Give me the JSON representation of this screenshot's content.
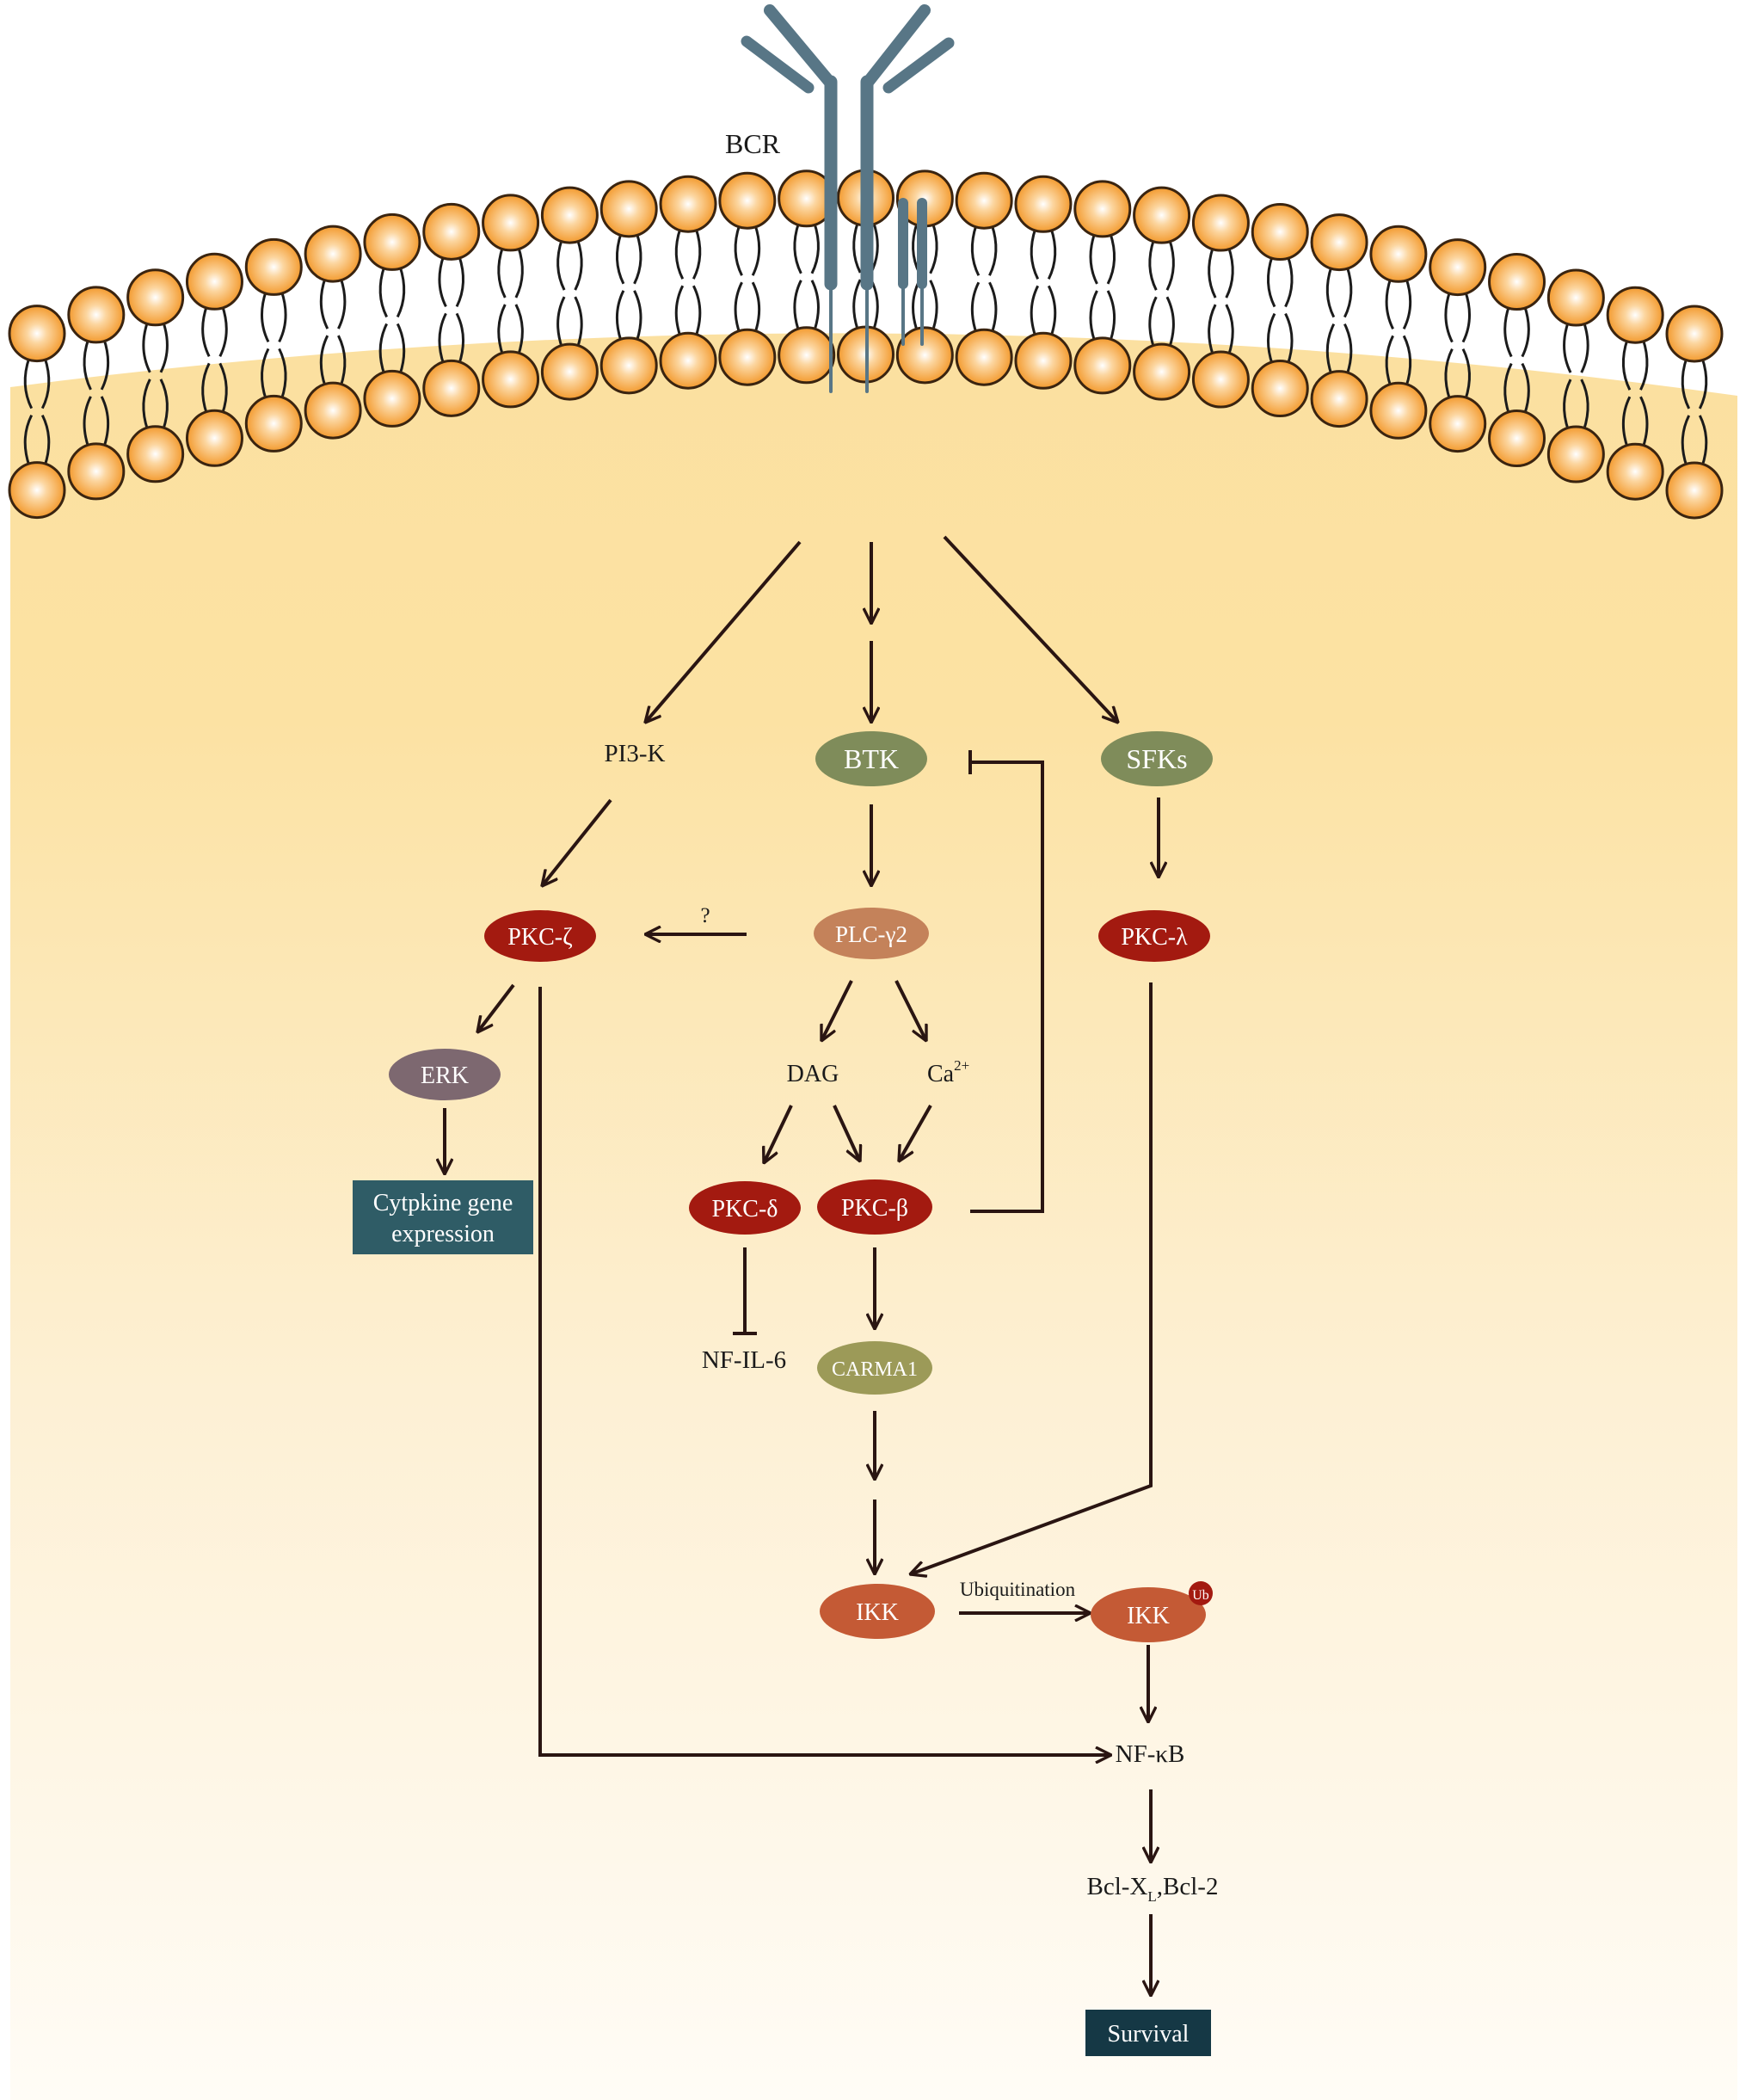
{
  "labels": {
    "bcr": "BCR",
    "pi3k": "PI3-K",
    "question": "?",
    "dag": "DAG",
    "ca": "Ca",
    "ca_sup": "2+",
    "nf_il6": "NF-IL-6",
    "ubiquitination": "Ubiquitination",
    "nfkb": "NF-κB",
    "bcl_a": "Bcl-X",
    "bcl_sub": "L",
    "bcl_b": ",Bcl-2"
  },
  "nodes": {
    "btk": "BTK",
    "sfks": "SFKs",
    "pkc_zeta": "PKC-ζ",
    "plc_g2": "PLC-γ2",
    "pkc_lambda": "PKC-λ",
    "erk": "ERK",
    "pkc_delta": "PKC-δ",
    "pkc_beta": "PKC-β",
    "carma1": "CARMA1",
    "ikk": "IKK",
    "ikk_ub": "IKK",
    "ub": "Ub"
  },
  "boxes": {
    "cytokine_line1": "Cytpkine gene",
    "cytokine_line2": "expression",
    "survival": "Survival"
  },
  "colors": {
    "membrane_head": "#f5a23a",
    "receptor": "#587686",
    "pkc_red": "#a31a10",
    "green_node": "#7f8c5a",
    "plc": "#c4825a",
    "erk": "#7d6870",
    "carma1": "#9c9a58",
    "ikk": "#c45a35",
    "box_fill": "#2f5c66",
    "survival_fill": "#153845",
    "arrow": "#2a1512"
  }
}
